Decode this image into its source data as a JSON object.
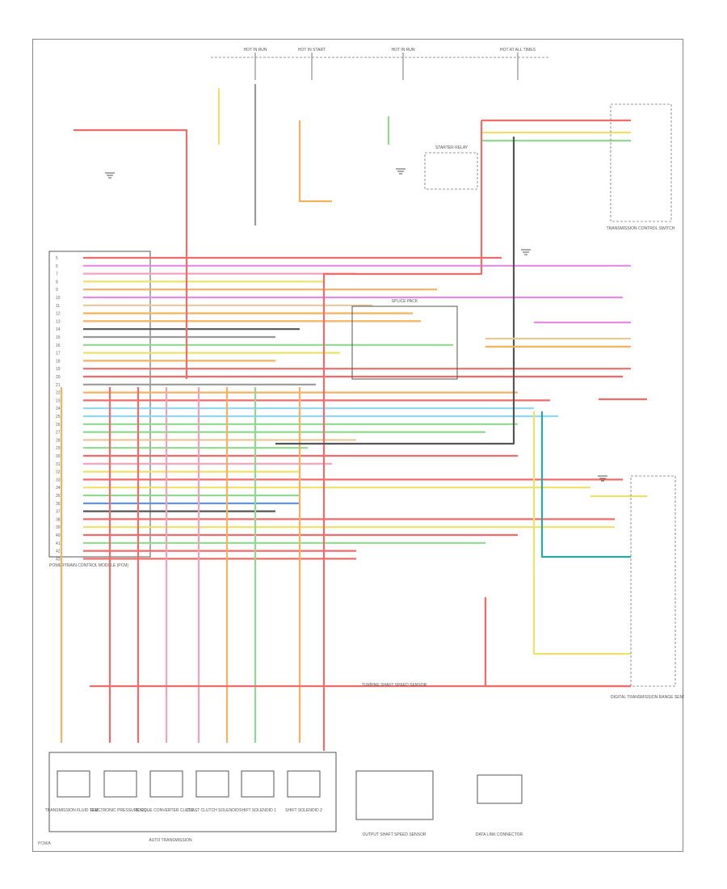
{
  "diagram": {
    "title": "",
    "footer_left": "PCM/A",
    "colors": {
      "red": "#f26b6b",
      "pink": "#f5a0b8",
      "yellow": "#eee06a",
      "green": "#8ed98e",
      "lightblue": "#8fd8f0",
      "blue": "#5a8fd8",
      "orange": "#f5b060",
      "magenta": "#e68ae6",
      "gray": "#9a9a9a",
      "dkgray": "#555555",
      "teal": "#2aa7a7",
      "ltgreen": "#b8e6a0",
      "tan": "#e6c99a"
    },
    "pcm_label": "POWERTRAIN CONTROL MODULE (PCM)",
    "pcm_pins": [
      "5",
      "6",
      "7",
      "8",
      "9",
      "10",
      "11",
      "12",
      "13",
      "14",
      "15",
      "16",
      "17",
      "18",
      "19",
      "20",
      "21",
      "22",
      "23",
      "24",
      "25",
      "26",
      "27",
      "28",
      "29",
      "30",
      "31",
      "32",
      "33",
      "34",
      "35",
      "36",
      "37",
      "38",
      "39",
      "40",
      "41",
      "42",
      "43"
    ],
    "top_fuses": [
      "HOT IN RUN",
      "HOT IN START",
      "HOT IN RUN",
      "HOT AT ALL TIMES"
    ],
    "components": {
      "trans_temp": "TRANSMISSION FLUID TEMPERATURE SENSOR",
      "epc": "ELECTRONIC PRESSURE CONTROL SOLENOID",
      "tcc": "TORQUE CONVERTER CLUTCH SOLENOID",
      "coast": "COAST CLUTCH SOLENOID",
      "shift1": "SHIFT SOLENOID 1",
      "shift2": "SHIFT SOLENOID 2",
      "body_label": "AUTO TRANSMISSION",
      "od_switch": "TRANSMISSION CONTROL SWITCH",
      "vss": "OUTPUT SHAFT SPEED SENSOR",
      "dtr": "DIGITAL TRANSMISSION RANGE SENSOR",
      "ts_relay": "STARTER RELAY",
      "data_link": "DATA LINK CONNECTOR",
      "splice": "SPLICE PACK",
      "tss": "TURBINE SHAFT SPEED SENSOR"
    }
  }
}
